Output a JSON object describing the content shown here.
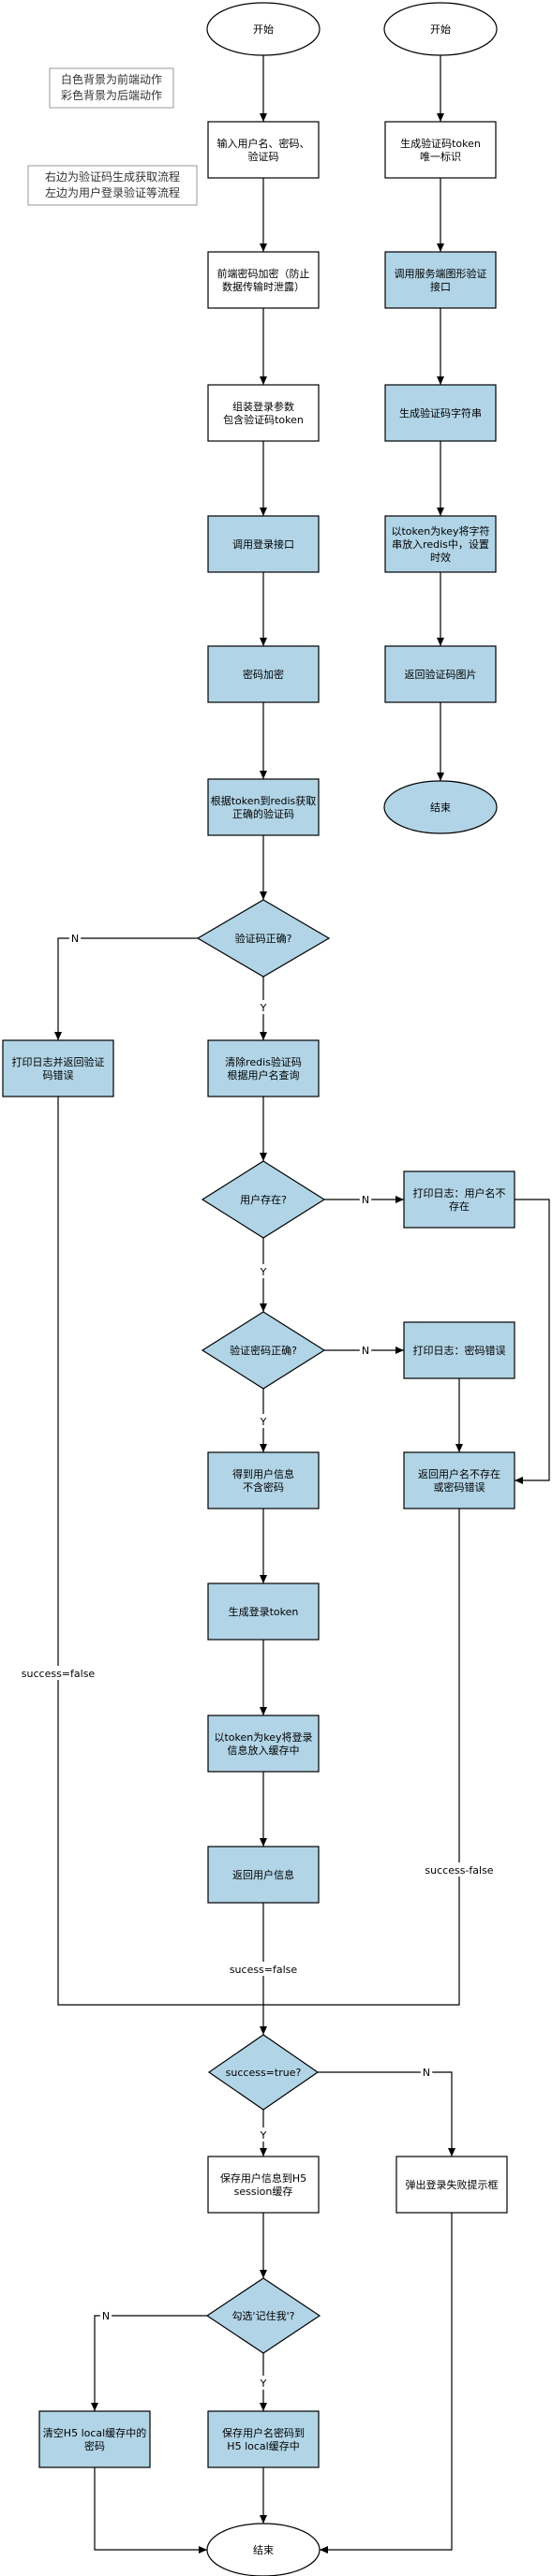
{
  "legend": {
    "line1": "白色背景为前端动作",
    "line2": "彩色背景为后端动作",
    "line3": "右边为验证码生成获取流程",
    "line4": "左边为用户登录验证等流程"
  },
  "colors": {
    "backend_fill": "#b1d4e6",
    "frontend_fill": "#ffffff",
    "stroke": "#000000",
    "edge_label": "#000000"
  },
  "nodes": {
    "start_left": "开始",
    "start_right": "开始",
    "input_credentials": [
      "输入用户名、密码、",
      "验证码"
    ],
    "gen_token": [
      "生成验证码token",
      "唯一标识"
    ],
    "encrypt_frontend": [
      "前端密码加密（防止",
      "数据传输时泄露）"
    ],
    "call_captcha_api": [
      "调用服务端图形验证",
      "接口"
    ],
    "assemble_params": [
      "组装登录参数",
      "包含验证码token"
    ],
    "gen_captcha_str": [
      "生成验证码字符串"
    ],
    "call_login_api": [
      "调用登录接口"
    ],
    "store_captcha_redis": [
      "以token为key将字符",
      "串放入redis中，设置",
      "时效"
    ],
    "password_encrypt": [
      "密码加密"
    ],
    "return_captcha_img": [
      "返回验证码图片"
    ],
    "fetch_captcha_redis": [
      "根据token到redis获取",
      "正确的验证码"
    ],
    "end_right": "结束",
    "captcha_correct": "验证码正确?",
    "log_captcha_error": [
      "打印日志并返回验证",
      "码错误"
    ],
    "clear_captcha_query": [
      "清除redis验证码",
      "根据用户名查询"
    ],
    "user_exists": "用户存在?",
    "log_user_missing": [
      "打印日志：用户名不",
      "存在"
    ],
    "password_correct": "验证密码正确?",
    "log_password_error": [
      "打印日志：密码错误"
    ],
    "get_user_info": [
      "得到用户信息",
      "不含密码"
    ],
    "return_user_error": [
      "返回用户名不存在",
      "或密码错误"
    ],
    "gen_login_token": [
      "生成登录token"
    ],
    "store_user_cache": [
      "以token为key将登录",
      "信息放入缓存中"
    ],
    "return_user_info": [
      "返回用户信息"
    ],
    "success_true": "success=true?",
    "save_session": [
      "保存用户信息到H5",
      "session缓存"
    ],
    "show_login_fail": [
      "弹出登录失败提示框"
    ],
    "remember_me": "勾选'记住我'?",
    "clear_local": [
      "清空H5 local缓存中的",
      "密码"
    ],
    "save_local": [
      "保存用户名密码到",
      "H5 local缓存中"
    ],
    "end_left": "结束"
  },
  "edge_labels": {
    "captcha_no": "N",
    "captcha_yes": "Y",
    "user_no": "N",
    "user_yes": "Y",
    "password_no": "N",
    "password_yes": "Y",
    "success_false_left": "success=false",
    "success_false_right": "success-false",
    "success_false_middle": "sucess=false",
    "success_no": "N",
    "success_yes": "Y",
    "remember_no": "N",
    "remember_yes": "Y"
  }
}
